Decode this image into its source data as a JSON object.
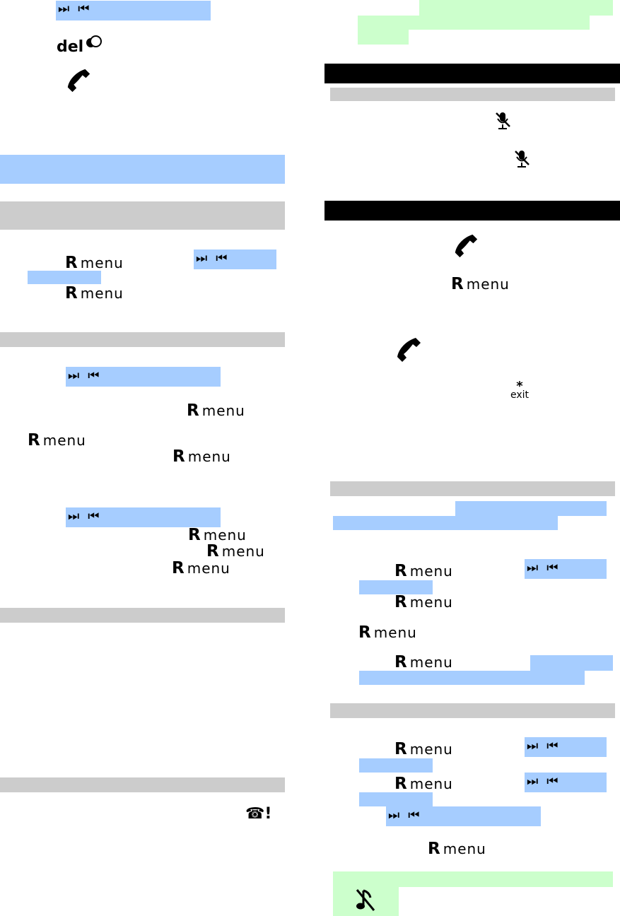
{
  "labels": {
    "r": "R",
    "menu": "menu",
    "del": "del",
    "exit_star": "*",
    "exit_word": "exit",
    "alert_excl": "!"
  },
  "icons": {
    "next": "⏭",
    "prev": "⏮",
    "handset": "handset-icon",
    "mute": "mute-microphone-icon",
    "ringer_off": "ringer-off-icon",
    "alert_phone": "☎"
  },
  "colors": {
    "highlight_blue": "#a6cdff",
    "highlight_green": "#ccffcc",
    "section_gray": "#cccccc",
    "section_black": "#000000"
  }
}
